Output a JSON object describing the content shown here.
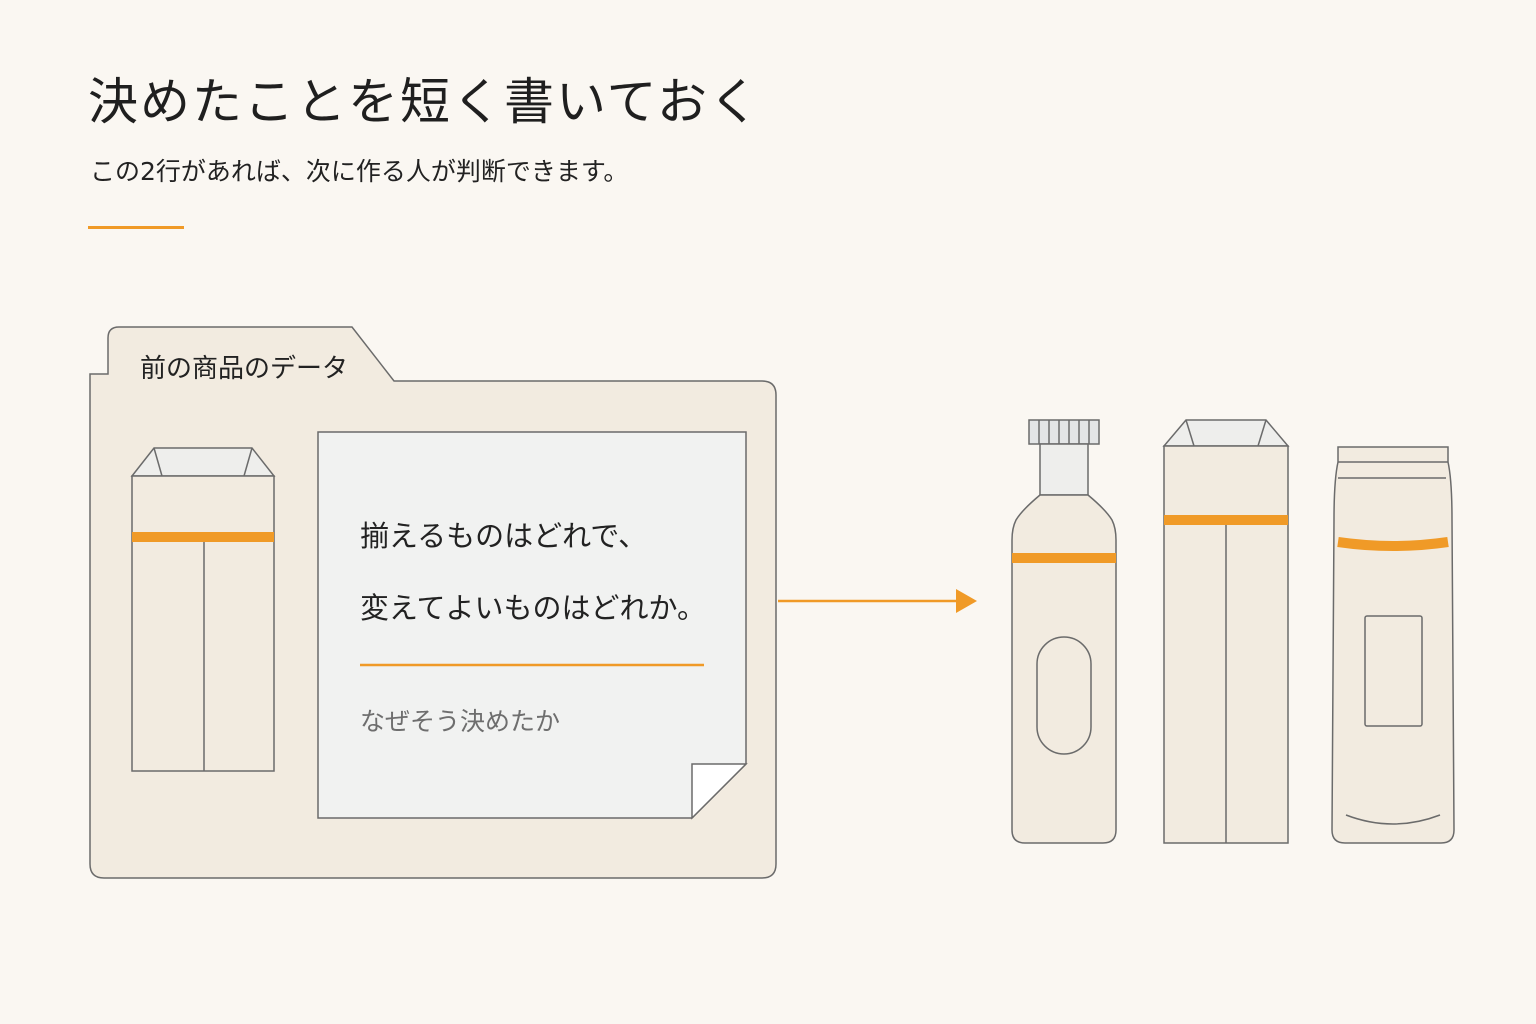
{
  "header": {
    "title": "決めたことを短く書いておく",
    "subtitle": "この2行があれば、次に作る人が判断できます。"
  },
  "folder": {
    "tab_label": "前の商品のデータ"
  },
  "note": {
    "line1": "揃えるものはどれで、",
    "line2": "変えてよいものはどれか。",
    "caption": "なぜそう決めたか"
  },
  "colors": {
    "background": "#faf7f2",
    "accent": "#f09a27",
    "package_fill": "#f2ebe0",
    "note_fill": "#f1f2f1",
    "outline": "#6b6b6b"
  }
}
